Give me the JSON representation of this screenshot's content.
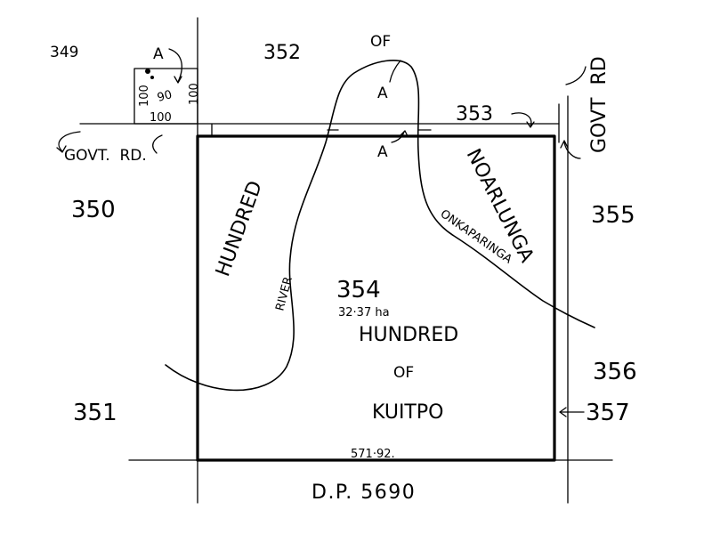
{
  "allotments": {
    "a349": "349",
    "a350": "350",
    "a351": "351",
    "a352": "352",
    "a353": "353",
    "a354": "354",
    "a355": "355",
    "a356": "356",
    "a357": "357"
  },
  "area_354": "32·37 ha",
  "hundreds": {
    "of_top": "OF",
    "hundred_left": "HUNDRED",
    "noarlunga": "NOARLUNGA",
    "hundred_center": "HUNDRED",
    "of_center": "OF",
    "kuitpo": "KUITPO"
  },
  "roads": {
    "govt_rd_left": "GOVT.  RD.",
    "govt_rd_right": "GOVT  RD"
  },
  "rivers": {
    "river": "RIVER",
    "onkaparinga": "ONKAPARINGA"
  },
  "notes": {
    "a_top_left": "A",
    "a_river_top": "A",
    "a_river_lower": "A"
  },
  "small_parcel": {
    "dim_left": "100",
    "dim_right": "100",
    "dim_bottom": "100",
    "dim_center": "90"
  },
  "bottom_dimension": "571·92.",
  "plan_number": "D.P. 5690"
}
